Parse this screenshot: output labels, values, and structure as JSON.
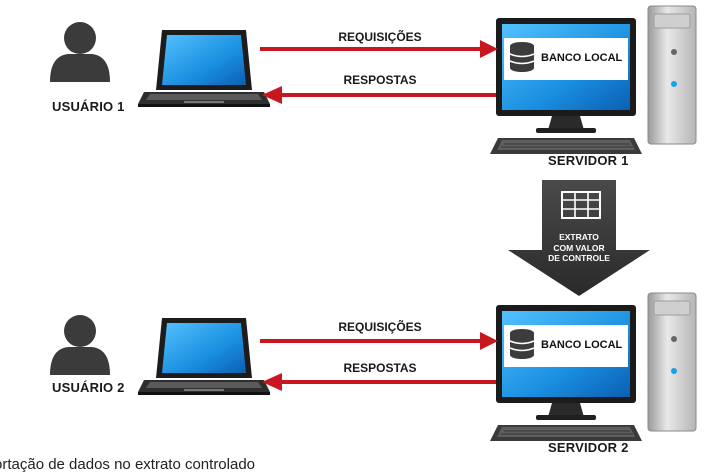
{
  "users": [
    {
      "label": "USUÁRIO 1"
    },
    {
      "label": "USUÁRIO 2"
    }
  ],
  "servers": [
    {
      "label": "SERVIDOR 1",
      "db_label": "BANCO LOCAL"
    },
    {
      "label": "SERVIDOR 2",
      "db_label": "BANCO LOCAL"
    }
  ],
  "arrows": [
    {
      "request_label": "REQUISIÇÕES",
      "response_label": "RESPOSTAS"
    },
    {
      "request_label": "REQUISIÇÕES",
      "response_label": "RESPOSTAS"
    }
  ],
  "extract": {
    "line1": "EXTRATO",
    "line2": "COM VALOR",
    "line3": "DE CONTROLE"
  },
  "caption": "ortação de dados no extrato controlado",
  "colors": {
    "arrow_red": "#c8171e",
    "screen_blue": "#2196e8",
    "dark": "#2b2b2b",
    "big_arrow": "#3a3a3a"
  }
}
